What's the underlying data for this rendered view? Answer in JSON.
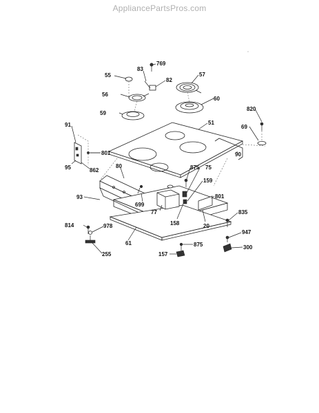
{
  "watermark": "AppliancePartsPros.com",
  "callouts": {
    "p55": "55",
    "p83": "83",
    "p769": "769",
    "p82": "82",
    "p57": "57",
    "p56": "56",
    "p60": "60",
    "p59": "59",
    "p820": "820",
    "p69": "69",
    "p51": "51",
    "p91": "91",
    "p90": "90",
    "p801a": "801",
    "p80": "80",
    "p95": "95",
    "p862": "862",
    "p875a": "875",
    "p75": "75",
    "p159": "159",
    "p93": "93",
    "p801b": "801",
    "p77": "77",
    "p699": "699",
    "p835": "835",
    "p158": "158",
    "p20": "20",
    "p814": "814",
    "p978": "978",
    "p947": "947",
    "p61": "61",
    "p875b": "875",
    "p255": "255",
    "p300": "300",
    "p157": "157"
  }
}
